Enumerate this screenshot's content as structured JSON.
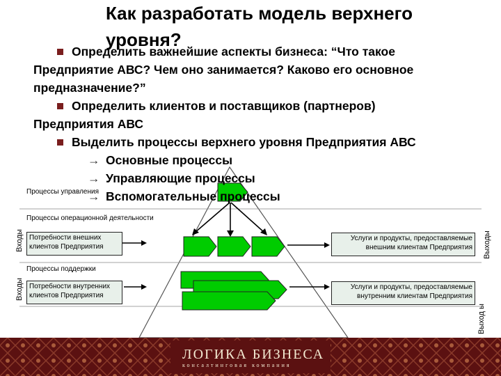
{
  "title": "Как разработать модель верхнего уровня?",
  "bullets": {
    "b1_line1": "Определить важнейшие аспекты бизнеса: “Что такое",
    "b1_line2": "Предприятие АВС? Чем оно занимается? Каково его основное",
    "b1_line3": "предназначение?”",
    "b2_line1": "Определить клиентов и поставщиков (партнеров)",
    "b2_line2": "Предприятия АВС",
    "b3_line1": "Выделить процессы верхнего уровня Предприятия АВС",
    "sub1": "Основные процессы",
    "sub2": "Управляющие процессы",
    "sub3": "Вспомогательные процессы"
  },
  "diagram": {
    "mgmt_label": "Процессы управления",
    "ops_label": "Процессы операционной деятельности",
    "support_label": "Процессы поддержки",
    "inputs_1": "Входы",
    "inputs_2": "Входы",
    "outputs_1": "Выходы",
    "outputs_2": "Выход ы",
    "ext_needs": "Потребности внешних клиентов Предприятия",
    "int_needs": "Потребности внутренних клиентов Предприятия",
    "ext_products": "Услуги и продукты, предоставляемые внешним клиентам Предприятия",
    "int_products": "Услуги и продукты, предоставляемые внутренним клиентам Предприятия"
  },
  "footer": {
    "logo": "ЛОГИКА БИЗНЕСА",
    "logo_sub": "консалтинговая компания"
  },
  "colors": {
    "process_green": "#00cc00",
    "footer_bg": "#5b1111",
    "bullet": "#7a1e1e"
  }
}
